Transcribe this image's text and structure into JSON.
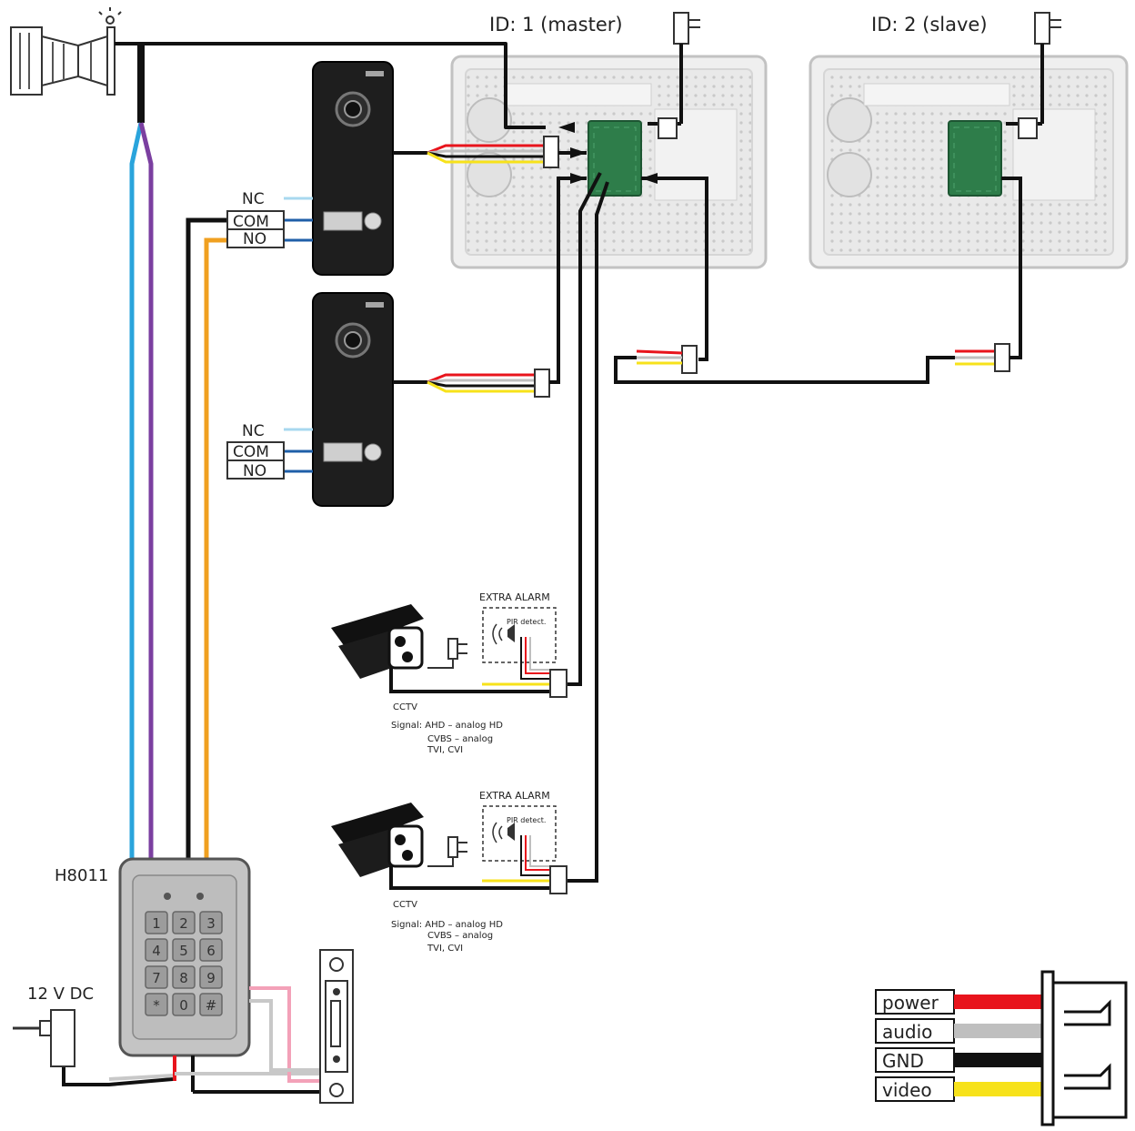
{
  "monitors": [
    {
      "id_label": "ID: 1 (master)"
    },
    {
      "id_label": "ID: 2 (slave)"
    }
  ],
  "door_stations": [
    {
      "nc": "NC",
      "com": "COM",
      "no": "NO"
    },
    {
      "nc": "NC",
      "com": "COM",
      "no": "NO"
    }
  ],
  "cameras": [
    {
      "alarm_title": "EXTRA ALARM",
      "pir_label": "PIR detect.",
      "cctv_label": "CCTV",
      "signal_line1": "Signal: AHD – analog HD",
      "signal_line2": "CVBS – analog",
      "signal_line3": "TVI, CVI"
    },
    {
      "alarm_title": "EXTRA ALARM",
      "pir_label": "PIR detect.",
      "cctv_label": "CCTV",
      "signal_line1": "Signal: AHD – analog HD",
      "signal_line2": "CVBS – analog",
      "signal_line3": "TVI, CVI"
    }
  ],
  "keypad": {
    "model": "H8011",
    "keys": [
      "1",
      "2",
      "3",
      "4",
      "5",
      "6",
      "7",
      "8",
      "9",
      "*",
      "0",
      "#"
    ]
  },
  "power_supply": {
    "label": "12 V DC"
  },
  "legend": [
    {
      "label": "power",
      "color": "#e8141c"
    },
    {
      "label": "audio",
      "color": "#bfbfbf"
    },
    {
      "label": "GND",
      "color": "#111111"
    },
    {
      "label": "video",
      "color": "#f7e21a"
    }
  ],
  "colors": {
    "wire_black": "#111111",
    "wire_blue": "#2aa4dc",
    "wire_purple": "#7b3fa0",
    "wire_orange": "#f0a020",
    "wire_pink": "#f3a1b8",
    "wire_grey": "#c8c8c8",
    "wire_light_blue": "#a8d8ef",
    "wire_dark_blue": "#1f5fa8",
    "pcb_green": "#2e7d4a"
  }
}
